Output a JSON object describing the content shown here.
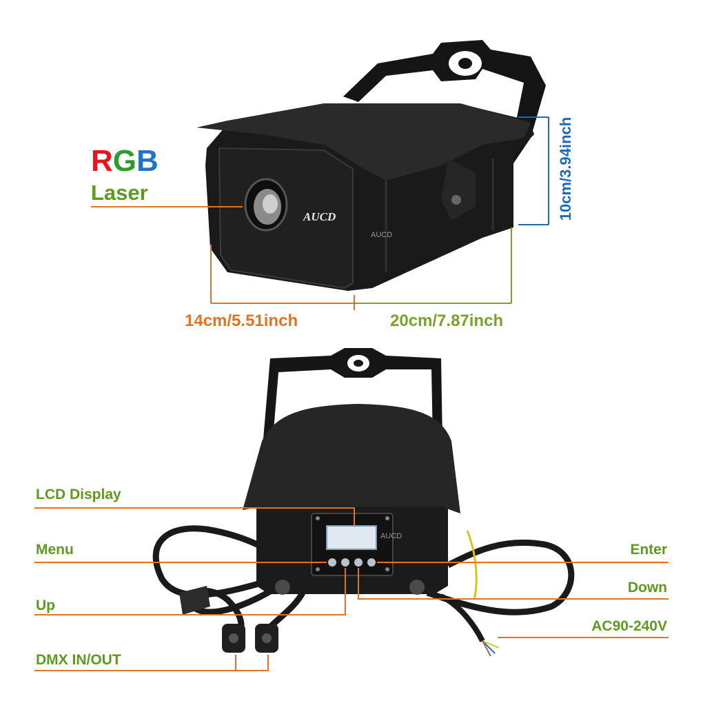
{
  "headline": {
    "r": "R",
    "g": "G",
    "b": "B",
    "subtitle": "Laser"
  },
  "logo": {
    "brand": "AUCD",
    "watermark": "AUCD"
  },
  "dimensions": {
    "depth": "14cm/5.51inch",
    "length": "20cm/7.87inch",
    "height": "10cm/3.94inch"
  },
  "callouts": {
    "lcd": "LCD Display",
    "menu": "Menu",
    "up": "Up",
    "dmx": "DMX IN/OUT",
    "enter": "Enter",
    "down": "Down",
    "power": "AC90-240V"
  },
  "colors": {
    "red": "#e8141b",
    "green": "#2e9b2a",
    "blue": "#1f74c8",
    "laser_label": "#5e9a1f",
    "orange": "#e37322",
    "lime": "#7aa22a",
    "navy": "#1b6ab3",
    "body": "#181818"
  }
}
